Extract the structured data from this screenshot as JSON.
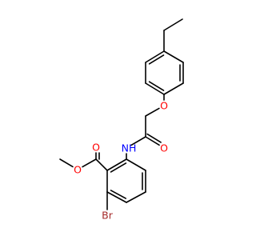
{
  "molecule": {
    "atoms": [
      {
        "id": "O1",
        "symbol": "O",
        "label": "O",
        "color": "#ff0000"
      },
      {
        "id": "O2",
        "symbol": "O",
        "label": "O",
        "color": "#ff0000"
      },
      {
        "id": "N",
        "symbol": "N",
        "label": "NH",
        "color": "#0000ff"
      },
      {
        "id": "O3",
        "symbol": "O",
        "label": "O",
        "color": "#ff0000"
      },
      {
        "id": "O4",
        "symbol": "O",
        "label": "O",
        "color": "#ff0000"
      },
      {
        "id": "Br",
        "symbol": "Br",
        "label": "Br",
        "color": "#a52a2a"
      }
    ]
  }
}
